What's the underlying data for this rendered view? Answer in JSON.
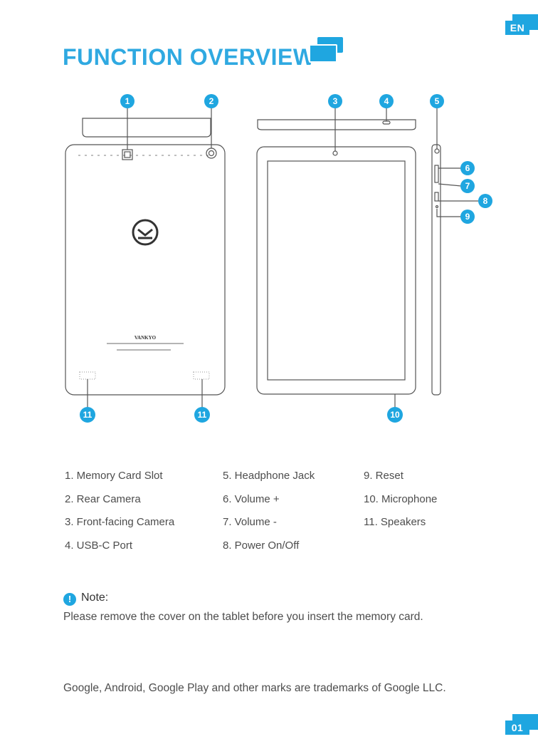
{
  "header": {
    "language_badge": "EN",
    "title": "FUNCTION OVERVIEW",
    "title_icon": "stacked-cards-icon"
  },
  "diagram": {
    "callouts": [
      "1",
      "2",
      "3",
      "4",
      "5",
      "6",
      "7",
      "8",
      "9",
      "10",
      "11",
      "11"
    ],
    "brand_label": "VANKYO",
    "accent_color": "#1fa6e0"
  },
  "legend": {
    "col1": [
      "1. Memory Card Slot",
      "2. Rear Camera",
      "3. Front-facing Camera",
      "4. USB-C Port"
    ],
    "col2": [
      "5. Headphone Jack",
      "6. Volume +",
      "7. Volume -",
      "8. Power On/Off"
    ],
    "col3": [
      "9. Reset",
      "10. Microphone",
      "11. Speakers"
    ]
  },
  "note": {
    "label": "Note:",
    "text": "Please remove the cover on the tablet before you insert the memory card."
  },
  "trademark": "Google, Android, Google Play and other marks are trademarks of Google LLC.",
  "footer": {
    "page_number": "01"
  }
}
